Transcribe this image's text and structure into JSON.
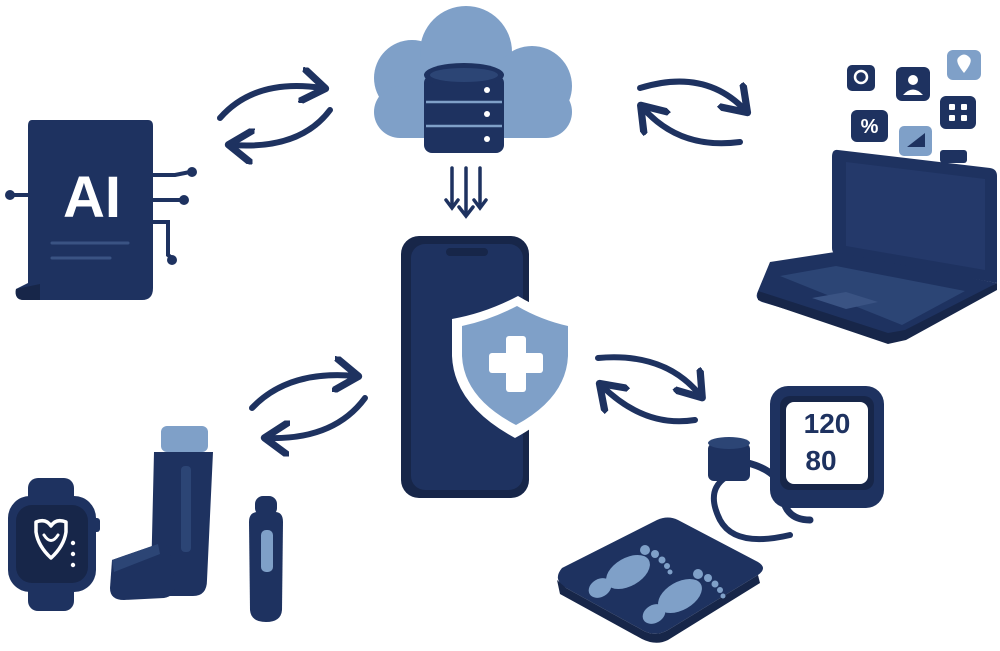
{
  "colors": {
    "navy": "#1e3260",
    "navy_dark": "#172649",
    "accent": "#7fa0c8",
    "accent_light": "#a9c0dc",
    "white": "#ffffff"
  },
  "ai_document": {
    "label": "AI"
  },
  "blood_pressure_monitor": {
    "systolic": "120",
    "diastolic": "80"
  },
  "laptop_app_icons": {
    "percent_icon": {
      "symbol": "%"
    }
  },
  "nodes": [
    {
      "icon": "ai-document-icon"
    },
    {
      "icon": "cloud-database-icon"
    },
    {
      "icon": "laptop-icon"
    },
    {
      "icon": "smartphone-shield-icon"
    },
    {
      "icon": "smartwatch-icon"
    },
    {
      "icon": "inhaler-icon"
    },
    {
      "icon": "injector-pen-icon"
    },
    {
      "icon": "blood-pressure-monitor-icon"
    },
    {
      "icon": "smart-scale-icon"
    }
  ],
  "connections": [
    {
      "icon": "sync-arrows-icon",
      "between": [
        "ai-document-icon",
        "cloud-database-icon"
      ]
    },
    {
      "icon": "sync-arrows-icon",
      "between": [
        "cloud-database-icon",
        "laptop-icon"
      ]
    },
    {
      "icon": "downward-arrows-icon",
      "between": [
        "cloud-database-icon",
        "smartphone-shield-icon"
      ]
    },
    {
      "icon": "sync-arrows-icon",
      "between": [
        "smartphone-shield-icon",
        "smartwatch-icon"
      ]
    },
    {
      "icon": "sync-arrows-icon",
      "between": [
        "smartphone-shield-icon",
        "blood-pressure-monitor-icon"
      ]
    }
  ]
}
